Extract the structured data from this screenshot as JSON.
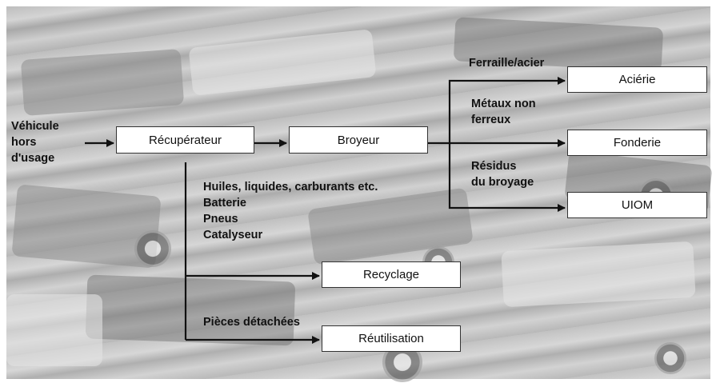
{
  "diagram": {
    "input_label": [
      "Véhicule",
      "hors",
      "d'usage"
    ],
    "nodes": {
      "recuperateur": "Récupérateur",
      "broyeur": "Broyeur",
      "acierie": "Aciérie",
      "fonderie": "Fonderie",
      "uiom": "UIOM",
      "recyclage": "Recyclage",
      "reutilisation": "Réutilisation"
    },
    "edge_labels": {
      "ferraille": "Ferraille/acier",
      "metaux": [
        "Métaux non",
        "ferreux"
      ],
      "residus": [
        "Résidus",
        "du broyage"
      ],
      "recyclables": [
        "Huiles, liquides, carburants etc.",
        "Batterie",
        "Pneus",
        "Catalyseur"
      ],
      "pieces": "Pièces détachées"
    }
  },
  "colors": {
    "arrow": "#111111",
    "box_fill": "#ffffff",
    "box_border": "#333333"
  }
}
